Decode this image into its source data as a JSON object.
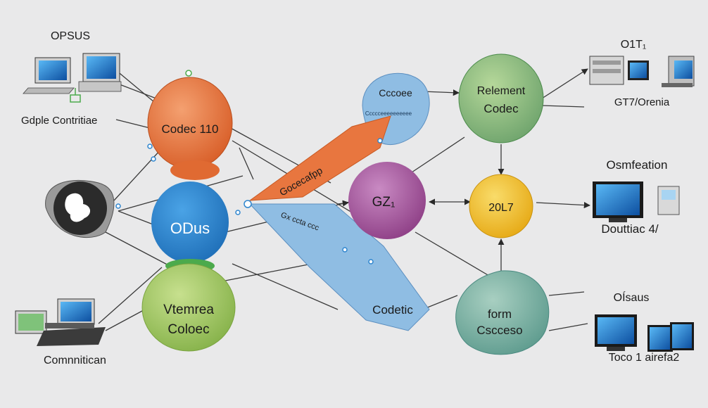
{
  "diagram": {
    "corner_labels": {
      "top_left_title": "OPSUS",
      "top_left_caption": "Gdple Contritiae",
      "bottom_left_caption": "Comnnitican",
      "top_right_title": "O1T₁",
      "top_right_caption": "GT7/Orenia",
      "mid_right_title": "Osmfeation",
      "mid_right_caption": "Douttiac 4/",
      "bottom_right_title": "OÍsaus",
      "bottom_right_caption": "Toco 1 airefa2"
    },
    "nodes": {
      "codec_110": "Codec 110",
      "odus": "ODus",
      "vtemrea_line1": "Vtemrea",
      "vtemrea_line2": "Coloec",
      "ccocee_line1": "Cccoee",
      "ccocee_line2": "Ccccceeeeeeeeee",
      "codeca_fpp": "Gocecafpp",
      "gz": "GZ₁",
      "scribble": "Gx ccta ccc",
      "codetic": "Codetic",
      "relement_line1": "Relement",
      "relement_line2": "Codec",
      "node_2017": "20L7",
      "form_line1": "form",
      "form_line2": "Cscceso"
    },
    "colors": {
      "background": "#e9e9ea",
      "orange": "#e8763f",
      "blue": "#2f86cf",
      "green": "#a8cc6a",
      "light_blue": "#8fbde3",
      "purple": "#a85aa0",
      "yellow": "#f2c230",
      "teal_green": "#7eb8a0",
      "edge": "#3a3a3a"
    },
    "icons": [
      "monitor-icon",
      "globe-icon",
      "laptop-icon",
      "workstation-icon",
      "server-icon"
    ]
  }
}
